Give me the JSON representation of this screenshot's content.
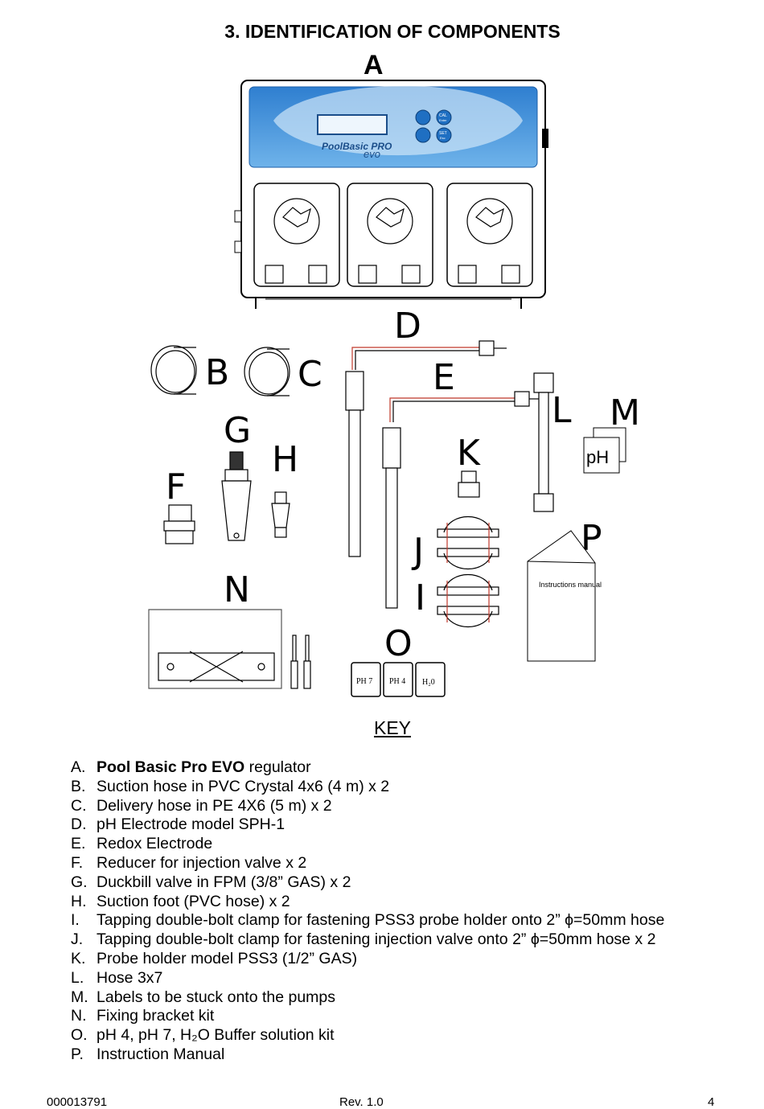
{
  "title": "3. IDENTIFICATION OF COMPONENTS",
  "diagram": {
    "labels": {
      "A": "A",
      "B": "B",
      "C": "C",
      "D": "D",
      "E": "E",
      "F": "F",
      "G": "G",
      "H": "H",
      "I": "I",
      "J": "J",
      "K": "K",
      "L": "L",
      "M": "M",
      "N": "N",
      "O": "O",
      "P": "P"
    },
    "brand_line1": "PoolBasic PRO",
    "brand_line2": "evo",
    "btn_cal": "CAL",
    "btn_cal_sub": "Enter",
    "btn_set": "SET",
    "btn_set_sub": "Esc",
    "ph_label": "pH",
    "bottles": [
      "PH 7",
      "PH 4",
      "H₂0"
    ],
    "manual_text": "Instructions manual"
  },
  "key_heading": "KEY",
  "items": [
    {
      "letter": "A.",
      "bold": "Pool Basic Pro EVO",
      "text": " regulator"
    },
    {
      "letter": "B.",
      "text": "Suction hose in PVC Crystal 4x6 (4 m) x 2"
    },
    {
      "letter": "C.",
      "text": "Delivery hose in PE 4X6 (5 m) x 2"
    },
    {
      "letter": "D.",
      "text": "pH Electrode model SPH-1"
    },
    {
      "letter": "E.",
      "text": "Redox Electrode"
    },
    {
      "letter": "F.",
      "text": "Reducer for injection valve x 2"
    },
    {
      "letter": "G.",
      "text": "Duckbill valve in FPM (3/8” GAS) x 2"
    },
    {
      "letter": "H.",
      "text": "Suction foot (PVC hose) x 2"
    },
    {
      "letter": "I.",
      "text": "Tapping double-bolt clamp for fastening PSS3 probe holder onto 2” ϕ=50mm hose"
    },
    {
      "letter": "J.",
      "text": "Tapping double-bolt clamp for fastening injection valve onto 2” ϕ=50mm hose x 2"
    },
    {
      "letter": "K.",
      "text": "Probe holder model PSS3 (1/2” GAS)"
    },
    {
      "letter": "L.",
      "text": "Hose 3x7"
    },
    {
      "letter": "M.",
      "text": "Labels to be stuck onto the pumps"
    },
    {
      "letter": "N.",
      "text": "Fixing bracket kit"
    },
    {
      "letter": "O.",
      "text": "pH 4, pH 7, H₂O Buffer solution kit"
    },
    {
      "letter": "P.",
      "text": "Instruction Manual"
    }
  ],
  "footer": {
    "code": "000013791",
    "revision": "Rev. 1.0",
    "page": "4"
  }
}
